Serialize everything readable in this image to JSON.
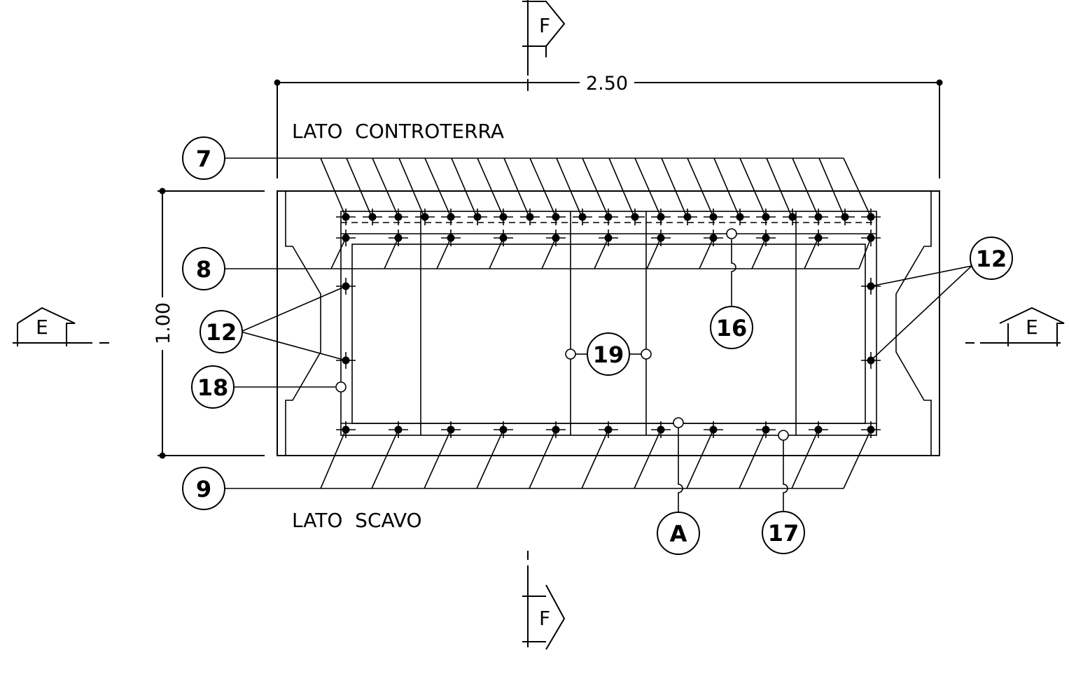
{
  "dimensions": {
    "width_label": "2.50",
    "height_label": "1.00"
  },
  "side_labels": {
    "top": "LATO  CONTROTERRA",
    "bottom": "LATO  SCAVO"
  },
  "section_markers": {
    "vertical": "F",
    "horizontal": "E"
  },
  "callouts": {
    "c7": "7",
    "c8": "8",
    "c9": "9",
    "c12_left": "12",
    "c12_right": "12",
    "c16": "16",
    "c17": "17",
    "c18": "18",
    "c19": "19",
    "cA": "A"
  }
}
